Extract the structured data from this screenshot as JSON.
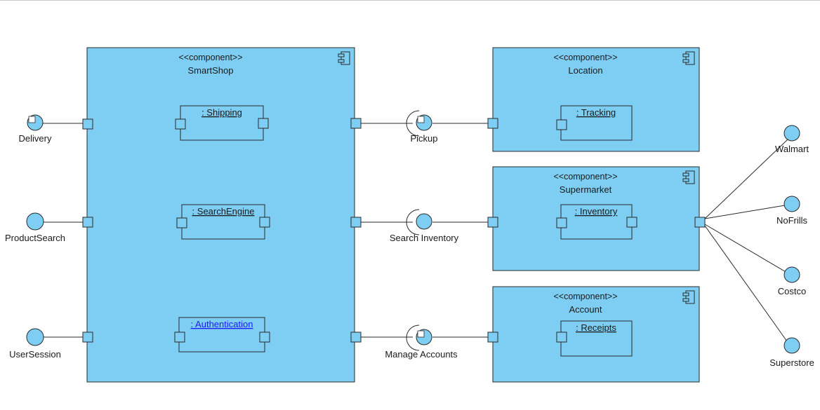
{
  "diagram": {
    "stereotype": "<<component>>",
    "components": {
      "smartshop": "SmartShop",
      "location": "Location",
      "supermarket": "Supermarket",
      "account": "Account"
    },
    "parts": {
      "shipping": ": Shipping",
      "searchengine": ": SearchEngine",
      "authentication": ": Authentication",
      "tracking": ": Tracking",
      "inventory": ": Inventory",
      "receipts": ": Receipts"
    },
    "interfaces": {
      "delivery": "Delivery",
      "productsearch": "ProductSearch",
      "usersession": "UserSession",
      "pickup": "Pickup",
      "search_inventory": "Search Inventory",
      "manage_accounts": "Manage Accounts",
      "walmart": "Walmart",
      "nofrills": "NoFrills",
      "costco": "Costco",
      "superstore": "Superstore"
    },
    "colors": {
      "fill": "#7ecef4",
      "stroke": "#2a2a2a",
      "link": "#1a1aff"
    },
    "icons": [
      "component-icon",
      "provided-interface-icon",
      "required-interface-icon",
      "port-icon"
    ]
  }
}
